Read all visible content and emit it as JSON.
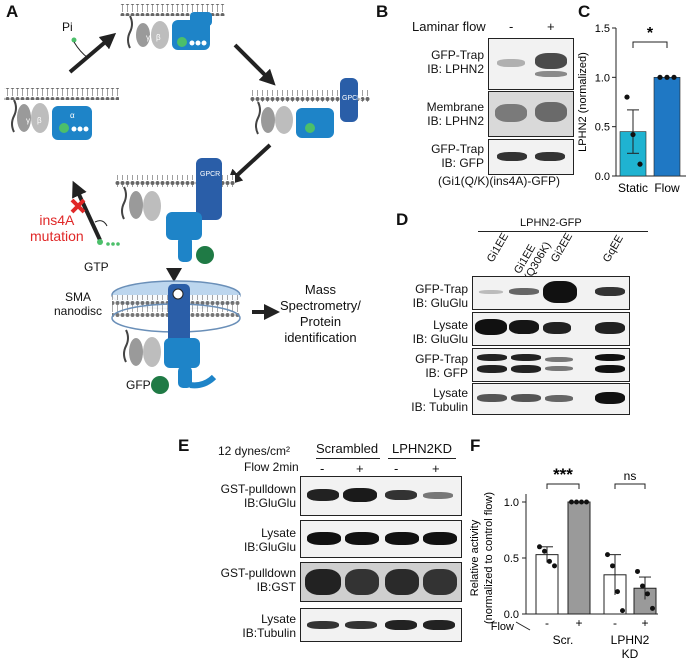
{
  "panels": {
    "a": "A",
    "b": "B",
    "c": "C",
    "d": "D",
    "e": "E",
    "f": "F"
  },
  "panel_a": {
    "pi": "Pi",
    "gpcr": "GPCR",
    "alpha": "α",
    "beta": "β",
    "gamma": "γ",
    "mutation_line1": "ins4A",
    "mutation_line2": "mutation",
    "gtp": "GTP",
    "nanodisc_line1": "SMA",
    "nanodisc_line2": "nanodisc",
    "gfp": "GFP",
    "ms_line1": "Mass",
    "ms_line2": "Spectrometry/",
    "ms_line3": "Protein",
    "ms_line4": "identification"
  },
  "panel_b": {
    "header": "Laminar flow",
    "minus": "-",
    "plus": "+",
    "blot1_line1": "GFP-Trap",
    "blot1_line2": "IB: LPHN2",
    "blot2_line1": "Membrane",
    "blot2_line2": "IB: LPHN2",
    "blot3_line1": "GFP-Trap",
    "blot3_line2": "IB: GFP",
    "construct": "(Gi1(Q/K)(ins4A)-GFP)"
  },
  "panel_c": {
    "chart_data": {
      "type": "bar",
      "categories": [
        "Static",
        "Flow"
      ],
      "values": [
        0.45,
        1.0
      ],
      "error": [
        0.22,
        0.0
      ],
      "points": [
        [
          0.8,
          0.42,
          0.12
        ],
        [
          1.0,
          1.0,
          1.0
        ]
      ],
      "ylabel": "LPHN2 (normalized)",
      "ylim": [
        0,
        1.5
      ],
      "yticks": [
        "0.0",
        "0.5",
        "1.0",
        "1.5"
      ],
      "significance": "*",
      "colors": [
        "#1fb3d1",
        "#1f78c4"
      ]
    }
  },
  "panel_d": {
    "header": "LPHN2-GFP",
    "lanes": [
      "Gi1EE",
      "Gi1EE (Q306K)",
      "Gi2EE",
      "GqEE"
    ],
    "lane1_line1": "Gi1EE",
    "lane1_line2": "(Q306K)",
    "blot1_line1": "GFP-Trap",
    "blot1_line2": "IB: GluGlu",
    "blot2_line1": "Lysate",
    "blot2_line2": "IB: GluGlu",
    "blot3_line1": "GFP-Trap",
    "blot3_line2": "IB: GFP",
    "blot4_line1": "Lysate",
    "blot4_line2": "IB: Tubulin"
  },
  "panel_e": {
    "shear": "12 dynes/cm²",
    "flow": "Flow 2min",
    "group1": "Scrambled",
    "group2": "LPHN2KD",
    "signs": [
      "-",
      "+",
      "-",
      "+"
    ],
    "blot1_line1": "GST-pulldown",
    "blot1_line2": "IB:GluGlu",
    "blot2_line1": "Lysate",
    "blot2_line2": "IB:GluGlu",
    "blot3_line1": "GST-pulldown",
    "blot3_line2": "IB:GST",
    "blot4_line1": "Lysate",
    "blot4_line2": "IB:Tubulin"
  },
  "panel_f": {
    "chart_data": {
      "type": "bar",
      "categories": [
        "Scr. -",
        "Scr. +",
        "LPHN2 KD -",
        "LPHN2 KD +"
      ],
      "values": [
        0.53,
        1.0,
        0.35,
        0.23
      ],
      "error": [
        0.07,
        0.0,
        0.18,
        0.1
      ],
      "points": [
        [
          0.6,
          0.56,
          0.47,
          0.43
        ],
        [
          1.0,
          1.0,
          1.0,
          1.0
        ],
        [
          0.53,
          0.43,
          0.2,
          0.03
        ],
        [
          0.38,
          0.25,
          0.18,
          0.05
        ]
      ],
      "ylabel_line1": "Relative activity",
      "ylabel_line2": "(normalized to control flow)",
      "ylim": [
        0,
        1.0
      ],
      "yticks": [
        "0.0",
        "0.5",
        "1.0"
      ],
      "xlabel_flow": "Flow",
      "signs": [
        "-",
        "+",
        "-",
        "+"
      ],
      "group1": "Scr.",
      "group2_line1": "LPHN2",
      "group2_line2": "KD",
      "sig1": "***",
      "sig2": "ns",
      "colors": [
        "#ffffff",
        "#9a9a9a",
        "#ffffff",
        "#9a9a9a"
      ]
    }
  }
}
